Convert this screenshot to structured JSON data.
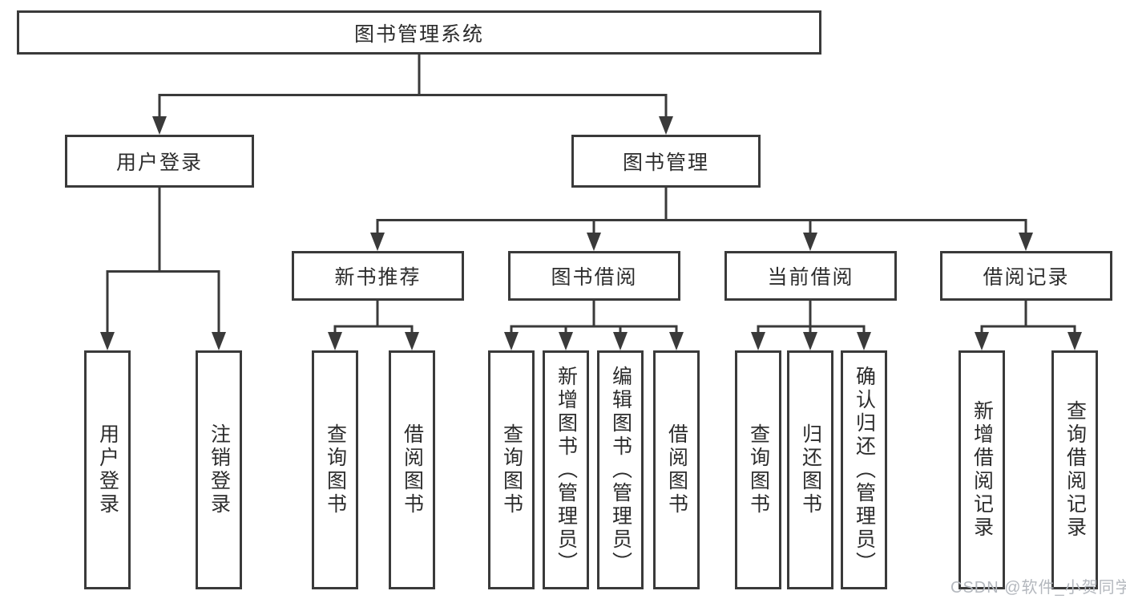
{
  "tree": {
    "label": "图书管理系统",
    "children": [
      {
        "label": "用户登录",
        "children": [
          {
            "label": "用户登录"
          },
          {
            "label": "注销登录"
          }
        ]
      },
      {
        "label": "图书管理",
        "children": [
          {
            "label": "新书推荐",
            "children": [
              {
                "label": "查询图书"
              },
              {
                "label": "借阅图书"
              }
            ]
          },
          {
            "label": "图书借阅",
            "children": [
              {
                "label": "查询图书"
              },
              {
                "label": "新增图书（管理员）"
              },
              {
                "label": "编辑图书（管理员）"
              },
              {
                "label": "借阅图书"
              }
            ]
          },
          {
            "label": "当前借阅",
            "children": [
              {
                "label": "查询图书"
              },
              {
                "label": "归还图书"
              },
              {
                "label": "确认归还（管理员）"
              }
            ]
          },
          {
            "label": "借阅记录",
            "children": [
              {
                "label": "新增借阅记录"
              },
              {
                "label": "查询借阅记录"
              }
            ]
          }
        ]
      }
    ]
  },
  "watermark": {
    "text": "CSDN @软件_小贺同学"
  },
  "colors": {
    "line": "#3a3a3a",
    "text": "#2c2c2c",
    "watermark": "#b4b8be",
    "background": "#ffffff"
  }
}
